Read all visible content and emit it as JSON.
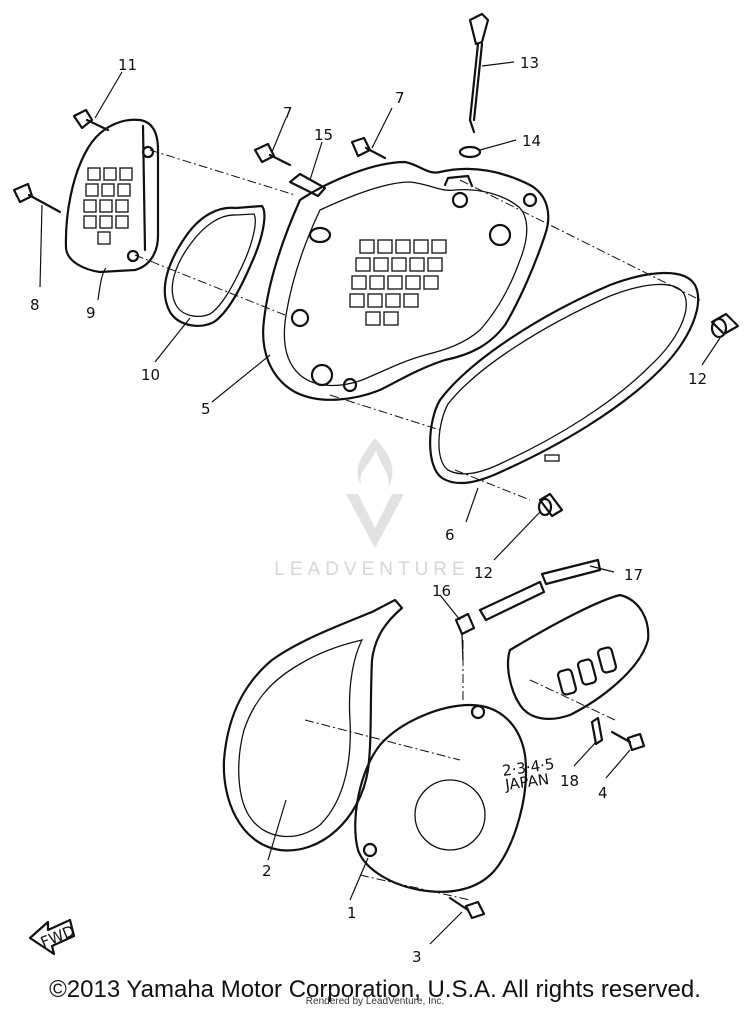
{
  "watermark": {
    "brand": "LEADVENTURE"
  },
  "callouts": [
    "1",
    "2",
    "3",
    "4",
    "5",
    "6",
    "7",
    "8",
    "9",
    "10",
    "11",
    "12",
    "13",
    "14",
    "15",
    "16",
    "17",
    "18"
  ],
  "fwd_label": "FWD",
  "cover_marking": "2·3·4·5",
  "cover_marking_sub": "JAPAN",
  "copyright": "©2013 Yamaha Motor Corporation, U.S.A. All rights reserved.",
  "rendered_by": "Rendered by LeadVenture, Inc."
}
